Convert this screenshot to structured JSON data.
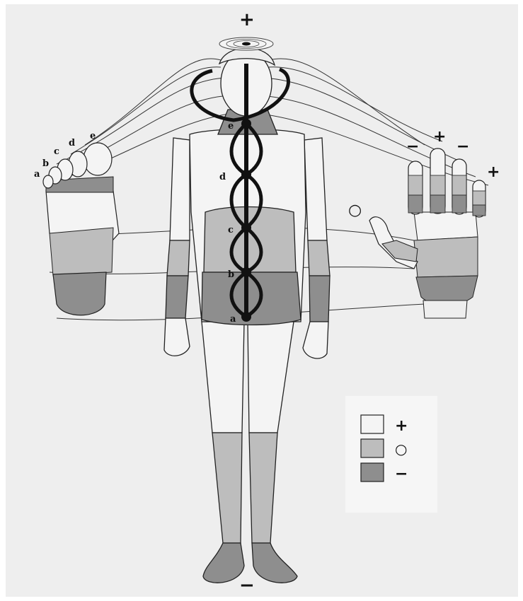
{
  "colors": {
    "positive": "#f4f4f4",
    "neutral": "#bdbdbd",
    "negative": "#8e8e8e",
    "line": "#222222",
    "paper": "#eeeeee"
  },
  "polarity": {
    "top": "+",
    "bottom": "−",
    "hand_left": "−",
    "hand_top": "+",
    "hand_mid": "−",
    "hand_right": "+",
    "thumb": "○"
  },
  "toe_labels": [
    "a",
    "b",
    "c",
    "d",
    "e"
  ],
  "chakra_labels": [
    "e",
    "d",
    "c",
    "b",
    "a"
  ],
  "legend": [
    {
      "symbol": "+",
      "color": "#f4f4f4"
    },
    {
      "symbol": "○",
      "color": "#bdbdbd"
    },
    {
      "symbol": "−",
      "color": "#8e8e8e"
    }
  ]
}
